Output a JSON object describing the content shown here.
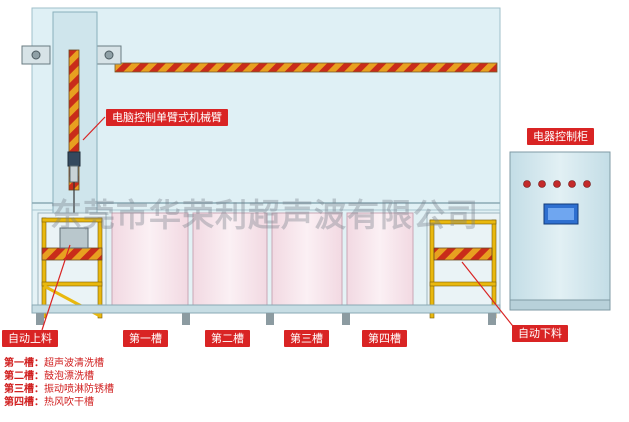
{
  "labels": {
    "robot_arm": "电脑控制单臂式机械臂",
    "control_cabinet": "电器控制柜",
    "auto_load": "自动上料",
    "auto_unload": "自动下料",
    "tank1": "第一槽",
    "tank2": "第二槽",
    "tank3": "第三槽",
    "tank4": "第四槽"
  },
  "legend": [
    {
      "key": "第一槽：",
      "desc": "超声波清洗槽"
    },
    {
      "key": "第二槽：",
      "desc": "鼓泡漂洗槽"
    },
    {
      "key": "第三槽：",
      "desc": "振动喷淋防锈槽"
    },
    {
      "key": "第四槽：",
      "desc": "热风吹干槽"
    }
  ],
  "watermark": "东莞市华荣利超声波有限公司",
  "colors": {
    "frame": "#c9e6ee",
    "tank": "#f6e4ea",
    "hazard_orange": "#e86a1a",
    "hazard_red": "#c92c1a",
    "label_red": "#d92424",
    "cabinet": "#d4e8ee",
    "yellow_frame": "#e9b80e"
  }
}
